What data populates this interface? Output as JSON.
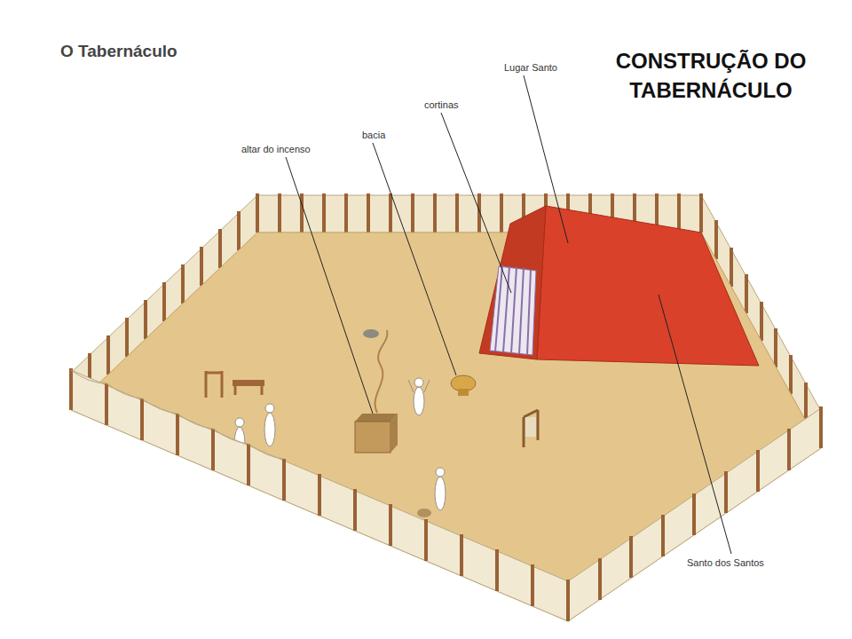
{
  "diagram": {
    "title": "CONSTRUÇÃO DO TABERNÁCULO",
    "labels": [
      "O Tabernáculo",
      "Lugar Santo",
      "cortinas",
      "bacia",
      "altar do incenso",
      "Santo dos Santos"
    ]
  }
}
